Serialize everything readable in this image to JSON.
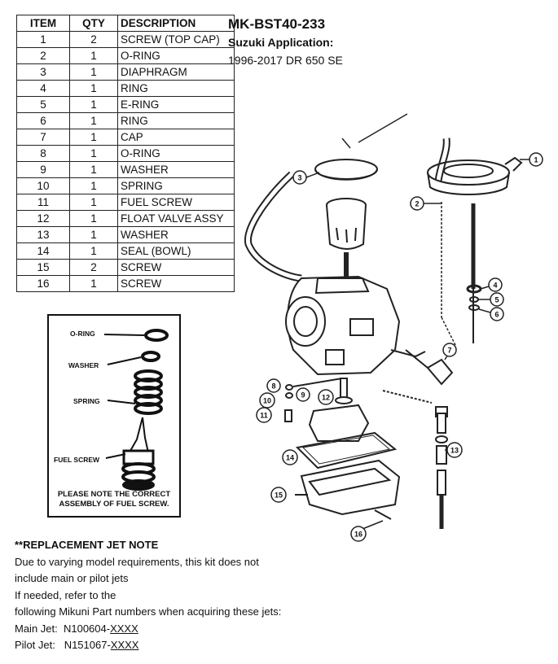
{
  "kit": {
    "title": "MK-BST40-233",
    "application_label": "Suzuki Application:",
    "application": "1996-2017 DR 650 SE"
  },
  "table": {
    "headers": [
      "ITEM",
      "QTY",
      "DESCRIPTION"
    ],
    "rows": [
      {
        "item": "1",
        "qty": "2",
        "desc": "SCREW (TOP CAP)"
      },
      {
        "item": "2",
        "qty": "1",
        "desc": "O-RING"
      },
      {
        "item": "3",
        "qty": "1",
        "desc": "DIAPHRAGM"
      },
      {
        "item": "4",
        "qty": "1",
        "desc": "RING"
      },
      {
        "item": "5",
        "qty": "1",
        "desc": "E-RING"
      },
      {
        "item": "6",
        "qty": "1",
        "desc": "RING"
      },
      {
        "item": "7",
        "qty": "1",
        "desc": "CAP"
      },
      {
        "item": "8",
        "qty": "1",
        "desc": "O-RING"
      },
      {
        "item": "9",
        "qty": "1",
        "desc": "WASHER"
      },
      {
        "item": "10",
        "qty": "1",
        "desc": "SPRING"
      },
      {
        "item": "11",
        "qty": "1",
        "desc": "FUEL SCREW"
      },
      {
        "item": "12",
        "qty": "1",
        "desc": "FLOAT VALVE ASSY"
      },
      {
        "item": "13",
        "qty": "1",
        "desc": "WASHER"
      },
      {
        "item": "14",
        "qty": "1",
        "desc": "SEAL (BOWL)"
      },
      {
        "item": "15",
        "qty": "2",
        "desc": "SCREW"
      },
      {
        "item": "16",
        "qty": "1",
        "desc": "SCREW"
      }
    ]
  },
  "inset": {
    "labels": {
      "oring": "O-RING",
      "washer": "WASHER",
      "spring": "SPRING",
      "fuel_screw": "FUEL SCREW"
    },
    "note": "PLEASE NOTE THE CORRECT ASSEMBLY OF FUEL SCREW."
  },
  "jet_note": {
    "heading": "**REPLACEMENT JET NOTE",
    "line1": "Due to varying model requirements, this kit does not",
    "line2": "include main or pilot jets",
    "line3": "If needed, refer to the",
    "line4": "following Mikuni Part numbers when acquiring these jets:",
    "main_label": "Main Jet:  N100604-",
    "main_suffix": "XXXX",
    "pilot_label": "Pilot Jet:   N151067-",
    "pilot_suffix": "XXXX"
  },
  "diagram": {
    "callouts": [
      "1",
      "2",
      "3",
      "4",
      "5",
      "6",
      "7",
      "8",
      "9",
      "10",
      "11",
      "12",
      "13",
      "14",
      "15",
      "16"
    ]
  }
}
